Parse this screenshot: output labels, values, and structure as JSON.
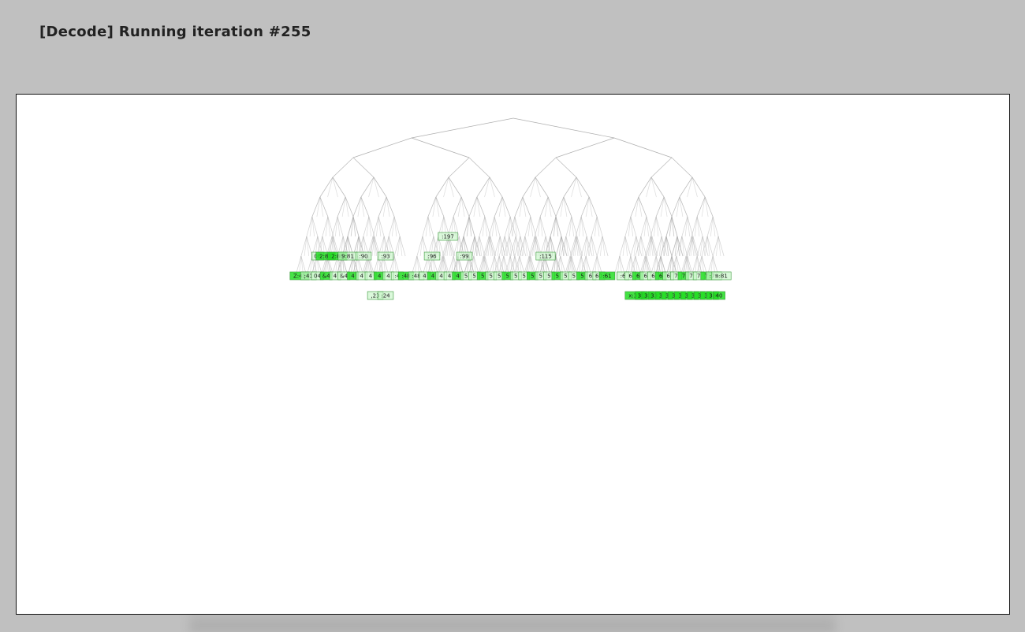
{
  "header": {
    "title": "[Decode] Running iteration #255"
  },
  "colors": {
    "background": "#c0c0c0",
    "canvas": "#ffffff",
    "edge": "#9a9a9a",
    "node_fill_light": "#c8f5c8",
    "node_fill_strong": "#22dd22",
    "node_border": "#3a9a3a"
  },
  "tree": {
    "row1_labels": [
      ":197"
    ],
    "row2_labels": [
      "0B",
      "2:81",
      "2:80",
      "9:81",
      ":90",
      ":93",
      ":96",
      ":99",
      ":115"
    ],
    "row3_labels": [
      "Z:41",
      ";41",
      "04",
      "&4",
      "4",
      "&4",
      "4",
      "4",
      "4",
      "4",
      "4",
      ":4",
      ":48",
      ":48",
      "4",
      "4",
      "4",
      "4",
      "4",
      "5",
      "5",
      "5",
      "5",
      "5",
      "5",
      "5",
      "5",
      "5",
      "5",
      "5",
      "5",
      "5",
      "5",
      "5",
      "6",
      "60",
      ":61",
      ":6",
      "6",
      "6",
      "6",
      "6",
      "6",
      "6",
      "7",
      "7",
      "7",
      "7",
      "7",
      ":79",
      "n:81"
    ],
    "row4_labels": [
      ",23",
      ":24",
      "x:31",
      "31",
      "32",
      "33",
      "3",
      "3",
      "3",
      "3",
      "3",
      "3",
      "3",
      "3",
      "38",
      "40"
    ]
  }
}
